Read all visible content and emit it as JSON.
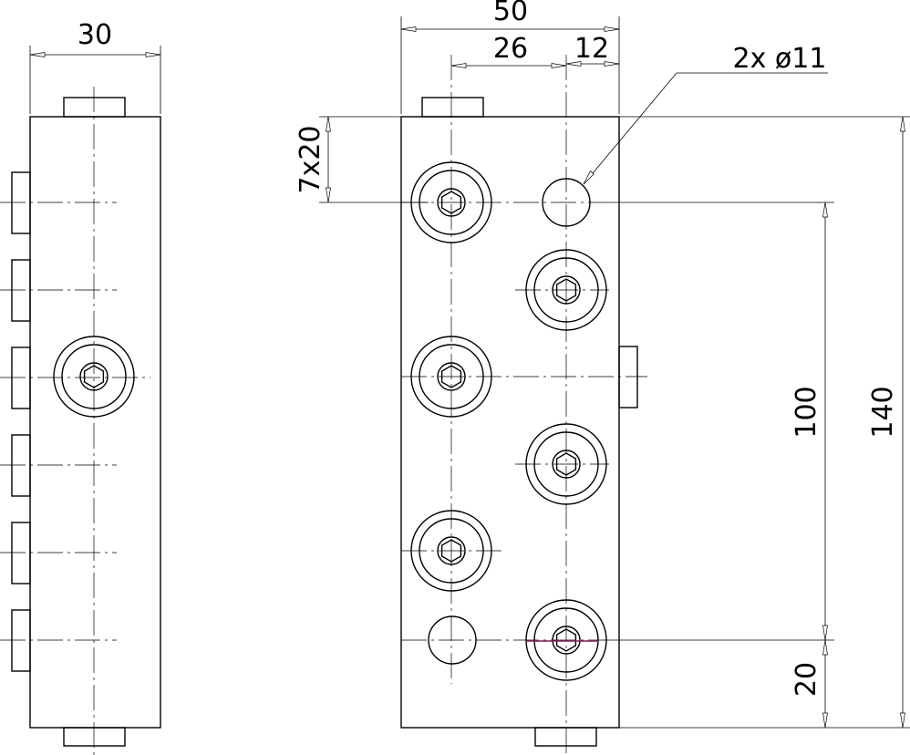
{
  "dimensions": {
    "overall_width_side": "30",
    "overall_width_front": "50",
    "column_spacing": "26",
    "edge_offset": "12",
    "hole_callout": "2x ø11",
    "pitch": "7x20",
    "hole_spacing": "100",
    "overall_height": "140",
    "bottom_offset": "20"
  },
  "colors": {
    "line": "#000000",
    "background": "#ffffff",
    "accent": "#8a1a5a"
  }
}
